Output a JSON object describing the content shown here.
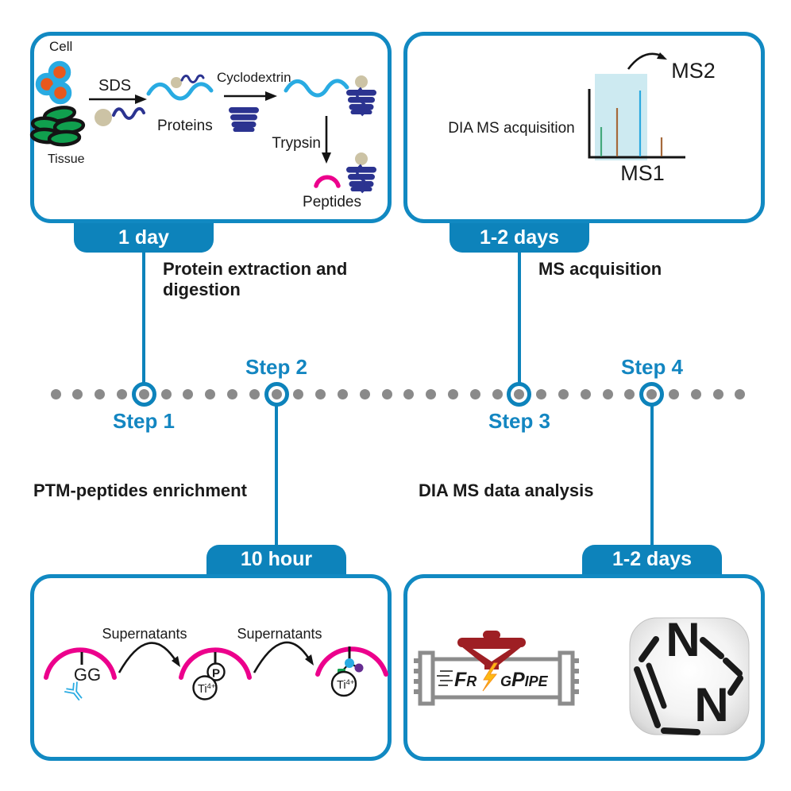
{
  "timeline": {
    "step1": {
      "label": "Step 1",
      "duration": "1 day",
      "task": "Protein extraction and digestion"
    },
    "step2": {
      "label": "Step 2",
      "duration": "10 hour",
      "task": "PTM-peptides enrichment"
    },
    "step3": {
      "label": "Step 3",
      "duration": "1-2 days",
      "task": "MS acquisition"
    },
    "step4": {
      "label": "Step 4",
      "duration": "1-2 days",
      "task": "DIA MS data analysis"
    }
  },
  "extraction": {
    "cell": "Cell",
    "tissue": "Tissue",
    "sds": "SDS",
    "proteins": "Proteins",
    "cyclodextrin": "Cyclodextrin",
    "trypsin": "Trypsin",
    "peptides": "Peptides"
  },
  "acquisition": {
    "label": "DIA MS acquisition",
    "ms1": "MS1",
    "ms2": "MS2"
  },
  "enrichment": {
    "supernatants": "Supernatants",
    "gg": "GG",
    "phospho": "P",
    "ti": "Ti",
    "ti_charge": "4+"
  },
  "analysis": {
    "fragpipe_prefix": "Fr",
    "fragpipe_suffix": "gPipe",
    "diann_n": "N"
  },
  "colors": {
    "accent_blue": "#0D83BB",
    "border_blue": "#1189C2",
    "step_blue": "#1386C1",
    "dot_gray": "#8A8A8A",
    "magenta": "#EC008C",
    "navy": "#2B3390",
    "light_blue": "#29ABE2",
    "cell_orange": "#E8581D",
    "tissue_green": "#10A04E",
    "bead_tan": "#CCC3A5",
    "valve_red": "#9E1F24",
    "logo_red": "#A3271F",
    "ti_red": "#E8191C",
    "window_blue": "#C9E8F0"
  }
}
